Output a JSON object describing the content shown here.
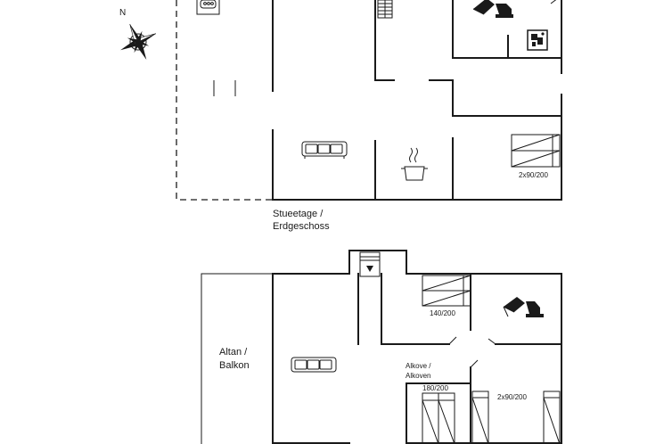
{
  "compass": {
    "north_label": "N"
  },
  "ground_floor": {
    "floor_label_line1": "Stueetage /",
    "floor_label_line2": "Erdgeschoss",
    "bedroom_bed_size": "2x90/200"
  },
  "upper_floor": {
    "balcony_label_line1": "Altan /",
    "balcony_label_line2": "Balkon",
    "double_bed_size": "140/200",
    "alcove_label_line1": "Alkove /",
    "alcove_label_line2": "Alkoven",
    "alcove_bed_size": "180/200",
    "twin_bed_size": "2x90/200"
  }
}
